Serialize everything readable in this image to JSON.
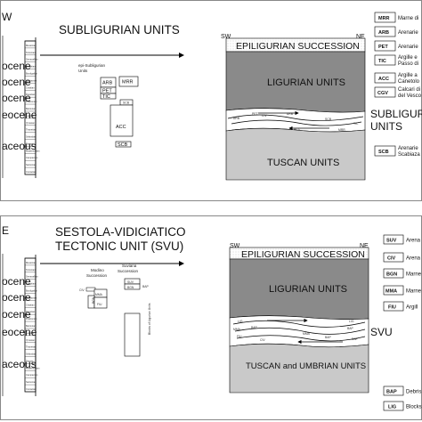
{
  "panel_a": {
    "corner_letter": "W",
    "title": "SUBLIGURIAN UNITS",
    "epochs": [
      "ocene",
      "ocene",
      "ocene",
      "eocene",
      "aceous"
    ],
    "strat_ticks": [
      "Messinian",
      "Tortonian",
      "Serravallian",
      "Langhian",
      "Burdigalian",
      "Aquitanian",
      "Chattian",
      "Rupelian",
      "Priabonian",
      "Bartonian",
      "Lutetian",
      "Ypresian",
      "Thanetian",
      "Selandian",
      "Danian",
      "Maastrichtian",
      "Campanian",
      "Santonian",
      "Coniacian"
    ],
    "epi_label": [
      "epi-Subligurian",
      "Units"
    ],
    "columns": [
      "ARB",
      "MRR",
      "PET",
      "TIC",
      "SCB",
      "ACC",
      "SCB"
    ],
    "section": {
      "sw": "SW",
      "ne": "NE",
      "epiligurian": "EPILIGURIAN SUCCESSION",
      "ligurian": "LIGURIAN UNITS",
      "tuscan": "TUSCAN UNITS",
      "labels": [
        "ARB",
        "PET",
        "CIV",
        "ARB",
        "SCB",
        "TIC",
        "MRR",
        "ACC",
        "MRR"
      ],
      "side_label": [
        "SUBLIGUR",
        "UNITS"
      ]
    },
    "legend": [
      {
        "abbr": "MRR",
        "text": "Marne di"
      },
      {
        "abbr": "ARB",
        "text": "Arenarie"
      },
      {
        "abbr": "PET",
        "text": "Arenarie"
      },
      {
        "abbr": "TIC",
        "text": [
          "Argille e",
          "Passo di"
        ]
      },
      {
        "abbr": "ACC",
        "text": [
          "Argille a",
          "Canetolo"
        ]
      },
      {
        "abbr": "CGV",
        "text": [
          "Calcari di",
          "del Vesco"
        ]
      },
      {
        "abbr": "SCB",
        "text": [
          "Arenarie",
          "Scabiaza"
        ]
      }
    ]
  },
  "panel_b": {
    "corner_letter": "E",
    "title_lines": [
      "SESTOLA-VIDICIATICO",
      "TECTONIC UNIT (SVU)"
    ],
    "epochs": [
      "ocene",
      "ocene",
      "ocene",
      "eocene",
      "aceous"
    ],
    "strat_ticks": [
      "Messinian",
      "Tortonian",
      "Serravallian",
      "Langhian",
      "Burdigalian",
      "Aquitanian",
      "Chattian",
      "Rupelian",
      "Priabonian",
      "Bartonian",
      "Lutetian",
      "Ypresian",
      "Thanetian",
      "Selandian",
      "Danian",
      "Maastrichtian",
      "Campanian",
      "Santonian",
      "Coniacian"
    ],
    "modino": [
      "Modino",
      "Succession"
    ],
    "suviana": [
      "Suviana",
      "Succession"
    ],
    "columns": [
      "CIV",
      "MMA",
      "BGN",
      "FIU",
      "SUV",
      "BGN",
      "BAP"
    ],
    "blocks_label": "Blocks of Ligurian Units",
    "section": {
      "sw": "SW",
      "ne": "NE",
      "epiligurian": "EPILIGURIAN SUCCESSION",
      "ligurian": "LIGURIAN UNITS",
      "tuscan": "TUSCAN and UMBRIAN UNITS",
      "labels": [
        "LIG",
        "LIG",
        "MMA",
        "BAP",
        "BAP",
        "FIU",
        "CIV",
        "MMA",
        "BAP",
        "BAP"
      ],
      "side_label": "SVU"
    },
    "legend": [
      {
        "abbr": "SUV",
        "text": "Arena"
      },
      {
        "abbr": "CIV",
        "text": "Arena"
      },
      {
        "abbr": "BGN",
        "text": "Marne"
      },
      {
        "abbr": "MMA",
        "text": "Marne"
      },
      {
        "abbr": "FIU",
        "text": "Argill"
      },
      {
        "abbr": "BAP",
        "text": "Debris"
      },
      {
        "abbr": "LIG",
        "text": "Blocks"
      }
    ]
  },
  "colors": {
    "ligurian_fill": "#8a8a8a",
    "tuscan_fill": "#c9c9c9",
    "epiligurian_fill": "#ffffff",
    "border": "#888888"
  }
}
